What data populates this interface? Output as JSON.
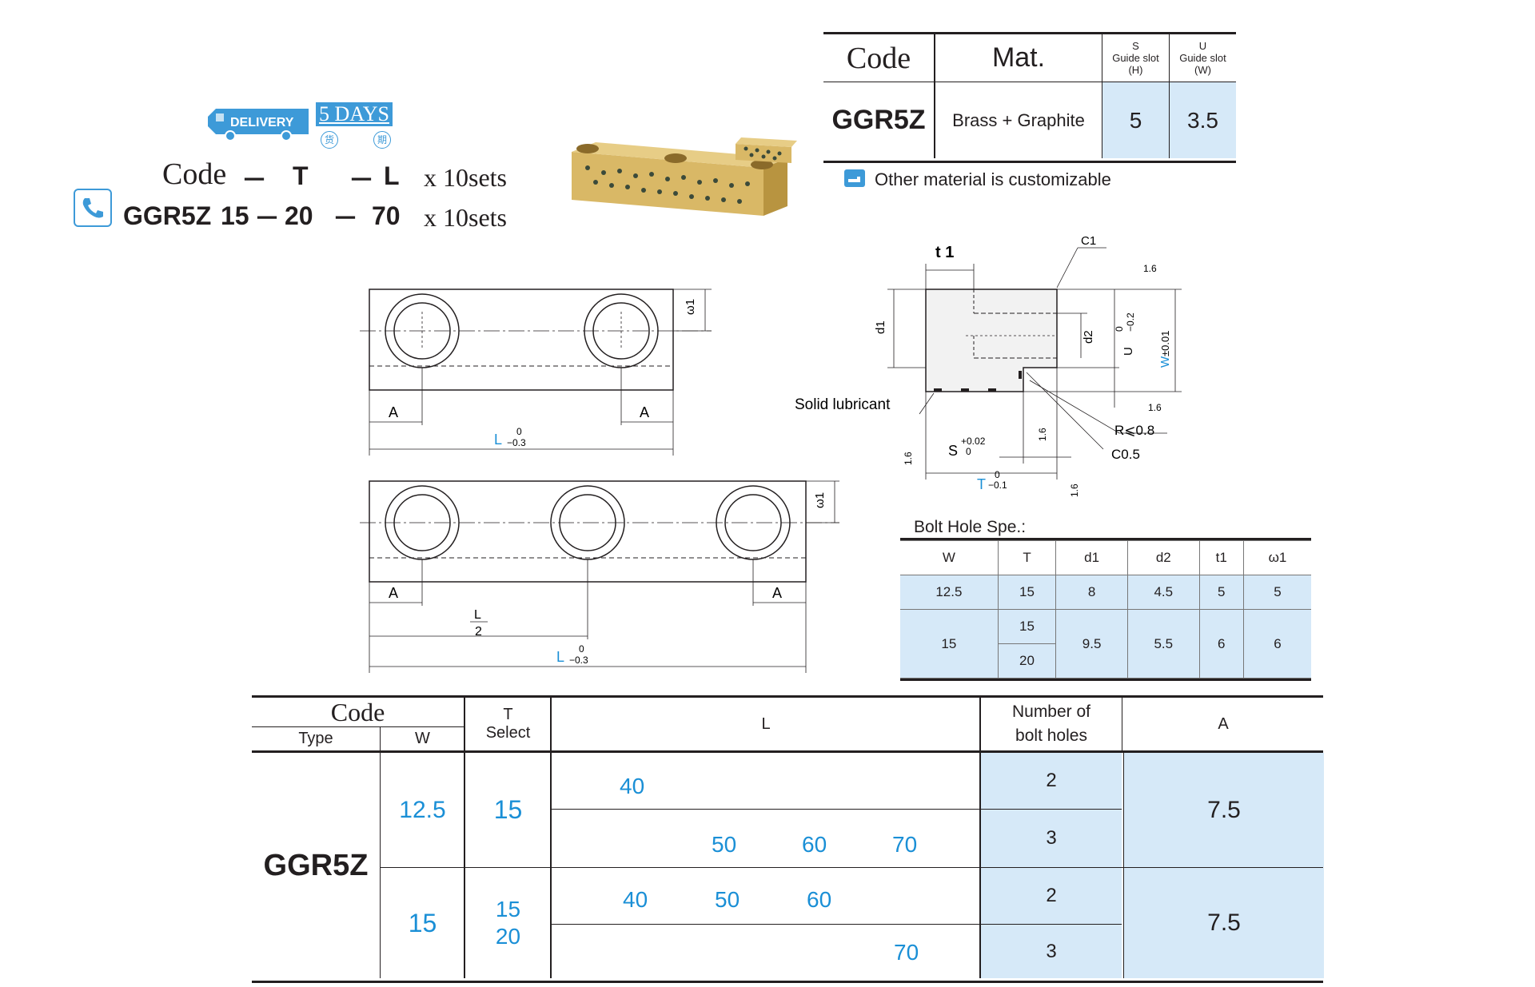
{
  "delivery": {
    "label": "DELIVERY",
    "days": "5 DAYS",
    "char1": "货",
    "char2": "期"
  },
  "code_line": {
    "header": {
      "code": "Code",
      "dash1": "－",
      "t": "T",
      "dash2": "－",
      "l": "L",
      "qty": "x 10sets"
    },
    "example": {
      "type": "GGR5Z",
      "w": "15",
      "dash1": "－",
      "t": "20",
      "dash2": "－",
      "l": "70",
      "qty": "x 10sets"
    }
  },
  "material_table": {
    "head_code": "Code",
    "head_mat": "Mat.",
    "head_s": [
      "S",
      "Guide slot",
      "(H)"
    ],
    "head_u": [
      "U",
      "Guide slot",
      "(W)"
    ],
    "row": {
      "code": "GGR5Z",
      "mat": "Brass + Graphite",
      "s": "5",
      "u": "3.5"
    },
    "note": "Other material is customizable"
  },
  "drawing_top": {
    "w1": "ω1",
    "a_left": "A",
    "a_right": "A",
    "l": "L",
    "tol_top": "0",
    "tol_bot": "−0.3"
  },
  "drawing_bottom": {
    "w1": "ω1",
    "a_left": "A",
    "a_right": "A",
    "half_top": "L",
    "half_bot": "2",
    "l": "L",
    "tol_top": "0",
    "tol_bot": "−0.3"
  },
  "section_view": {
    "t1": "t 1",
    "c1": "C1",
    "d1": "d1",
    "d2": "d2",
    "u": "U",
    "u_tol_top": "0",
    "u_tol_bot": "−0.2",
    "w": "W",
    "w_tol": "±0.01",
    "solid_lubricant": "Solid lubricant",
    "r": "R⩽0.8",
    "c05": "C0.5",
    "s": "S",
    "s_tol_top": "+0.02",
    "s_tol_bot": "0",
    "t": "T",
    "t_tol_top": "0",
    "t_tol_bot": "−0.1",
    "rough": "1.6"
  },
  "bolt_table": {
    "title": "Bolt Hole Spe.:",
    "headers": [
      "W",
      "T",
      "d1",
      "d2",
      "t1",
      "ω1"
    ],
    "row1": [
      "12.5",
      "15",
      "8",
      "4.5",
      "5",
      "5"
    ],
    "row2": {
      "w": "15",
      "t": [
        "15",
        "20"
      ],
      "d1": "9.5",
      "d2": "5.5",
      "t1": "6",
      "w1": "6"
    }
  },
  "main_table": {
    "head": {
      "code": "Code",
      "type": "Type",
      "w": "W",
      "t": "T",
      "select": "Select",
      "l": "L",
      "bolt_l1": "Number of",
      "bolt_l2": "bolt holes",
      "a": "A"
    },
    "type": "GGR5Z",
    "group1": {
      "w": "12.5",
      "t": "15",
      "row_a_l": [
        "40"
      ],
      "row_b_l": [
        "50",
        "60",
        "70"
      ],
      "holes_a": "2",
      "holes_b": "3",
      "a": "7.5"
    },
    "group2": {
      "w": "15",
      "t1": "15",
      "t2": "20",
      "row_a_l": [
        "40",
        "50",
        "60"
      ],
      "row_b_l": [
        "70"
      ],
      "holes_a": "2",
      "holes_b": "3",
      "a": "7.5"
    }
  },
  "colors": {
    "accent_blue": "#1a8fd6",
    "cell_bg": "#d6e9f8",
    "bronze": "#c9a44f"
  }
}
